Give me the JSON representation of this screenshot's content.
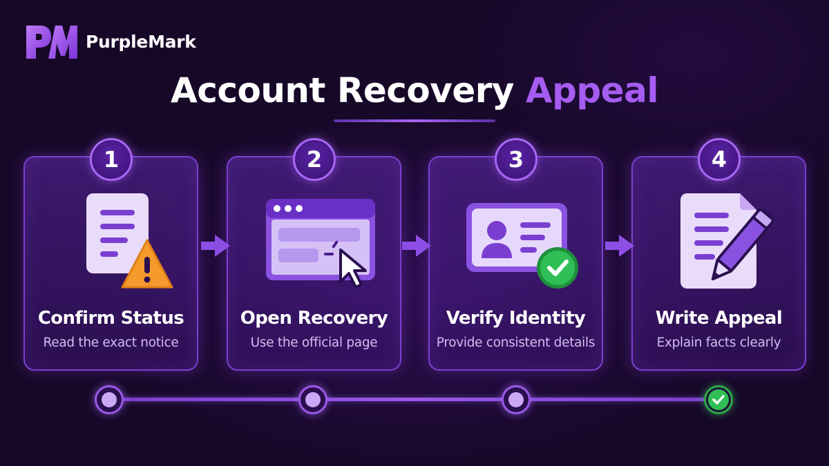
{
  "brand": {
    "name": "PurpleMark",
    "logo_icon": "pm-monogram-icon"
  },
  "title": {
    "main": "Account Recovery",
    "accent": "Appeal"
  },
  "colors": {
    "accent": "#a55cf0",
    "card_border": "#7c3fcf",
    "success": "#2ea84a",
    "warning": "#f59a2c",
    "background": "#170828"
  },
  "steps": [
    {
      "number": "1",
      "title": "Confirm Status",
      "subtitle": "Read the exact notice",
      "icon": "document-warning-icon"
    },
    {
      "number": "2",
      "title": "Open Recovery",
      "subtitle": "Use the official page",
      "icon": "browser-cursor-icon"
    },
    {
      "number": "3",
      "title": "Verify Identity",
      "subtitle": "Provide consistent details",
      "icon": "id-card-check-icon"
    },
    {
      "number": "4",
      "title": "Write Appeal",
      "subtitle": "Explain facts clearly",
      "icon": "document-pencil-icon"
    }
  ],
  "progress": [
    {
      "state": "pending"
    },
    {
      "state": "pending"
    },
    {
      "state": "pending"
    },
    {
      "state": "complete"
    }
  ]
}
